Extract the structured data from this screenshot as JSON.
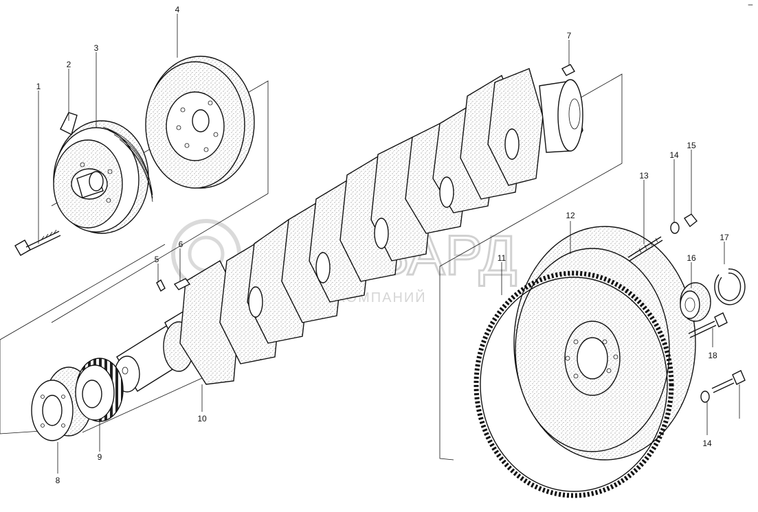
{
  "callouts": [
    {
      "id": "c1",
      "text": "1"
    },
    {
      "id": "c2",
      "text": "2"
    },
    {
      "id": "c3",
      "text": "3"
    },
    {
      "id": "c4",
      "text": "4"
    },
    {
      "id": "c5",
      "text": "5"
    },
    {
      "id": "c6",
      "text": "6"
    },
    {
      "id": "c7",
      "text": "7"
    },
    {
      "id": "c8",
      "text": "8"
    },
    {
      "id": "c9",
      "text": "9"
    },
    {
      "id": "c10",
      "text": "10"
    },
    {
      "id": "c11",
      "text": "11"
    },
    {
      "id": "c12",
      "text": "12"
    },
    {
      "id": "c13",
      "text": "13"
    },
    {
      "id": "c14a",
      "text": "14"
    },
    {
      "id": "c14b",
      "text": "14"
    },
    {
      "id": "c15",
      "text": "15"
    },
    {
      "id": "c16",
      "text": "16"
    },
    {
      "id": "c17",
      "text": "17"
    },
    {
      "id": "c18",
      "text": "18"
    }
  ],
  "watermark": {
    "brand": "ФОРВАРД",
    "subtitle": "ГРУППА КОМПАНИЙ"
  },
  "corner_mark": "–"
}
